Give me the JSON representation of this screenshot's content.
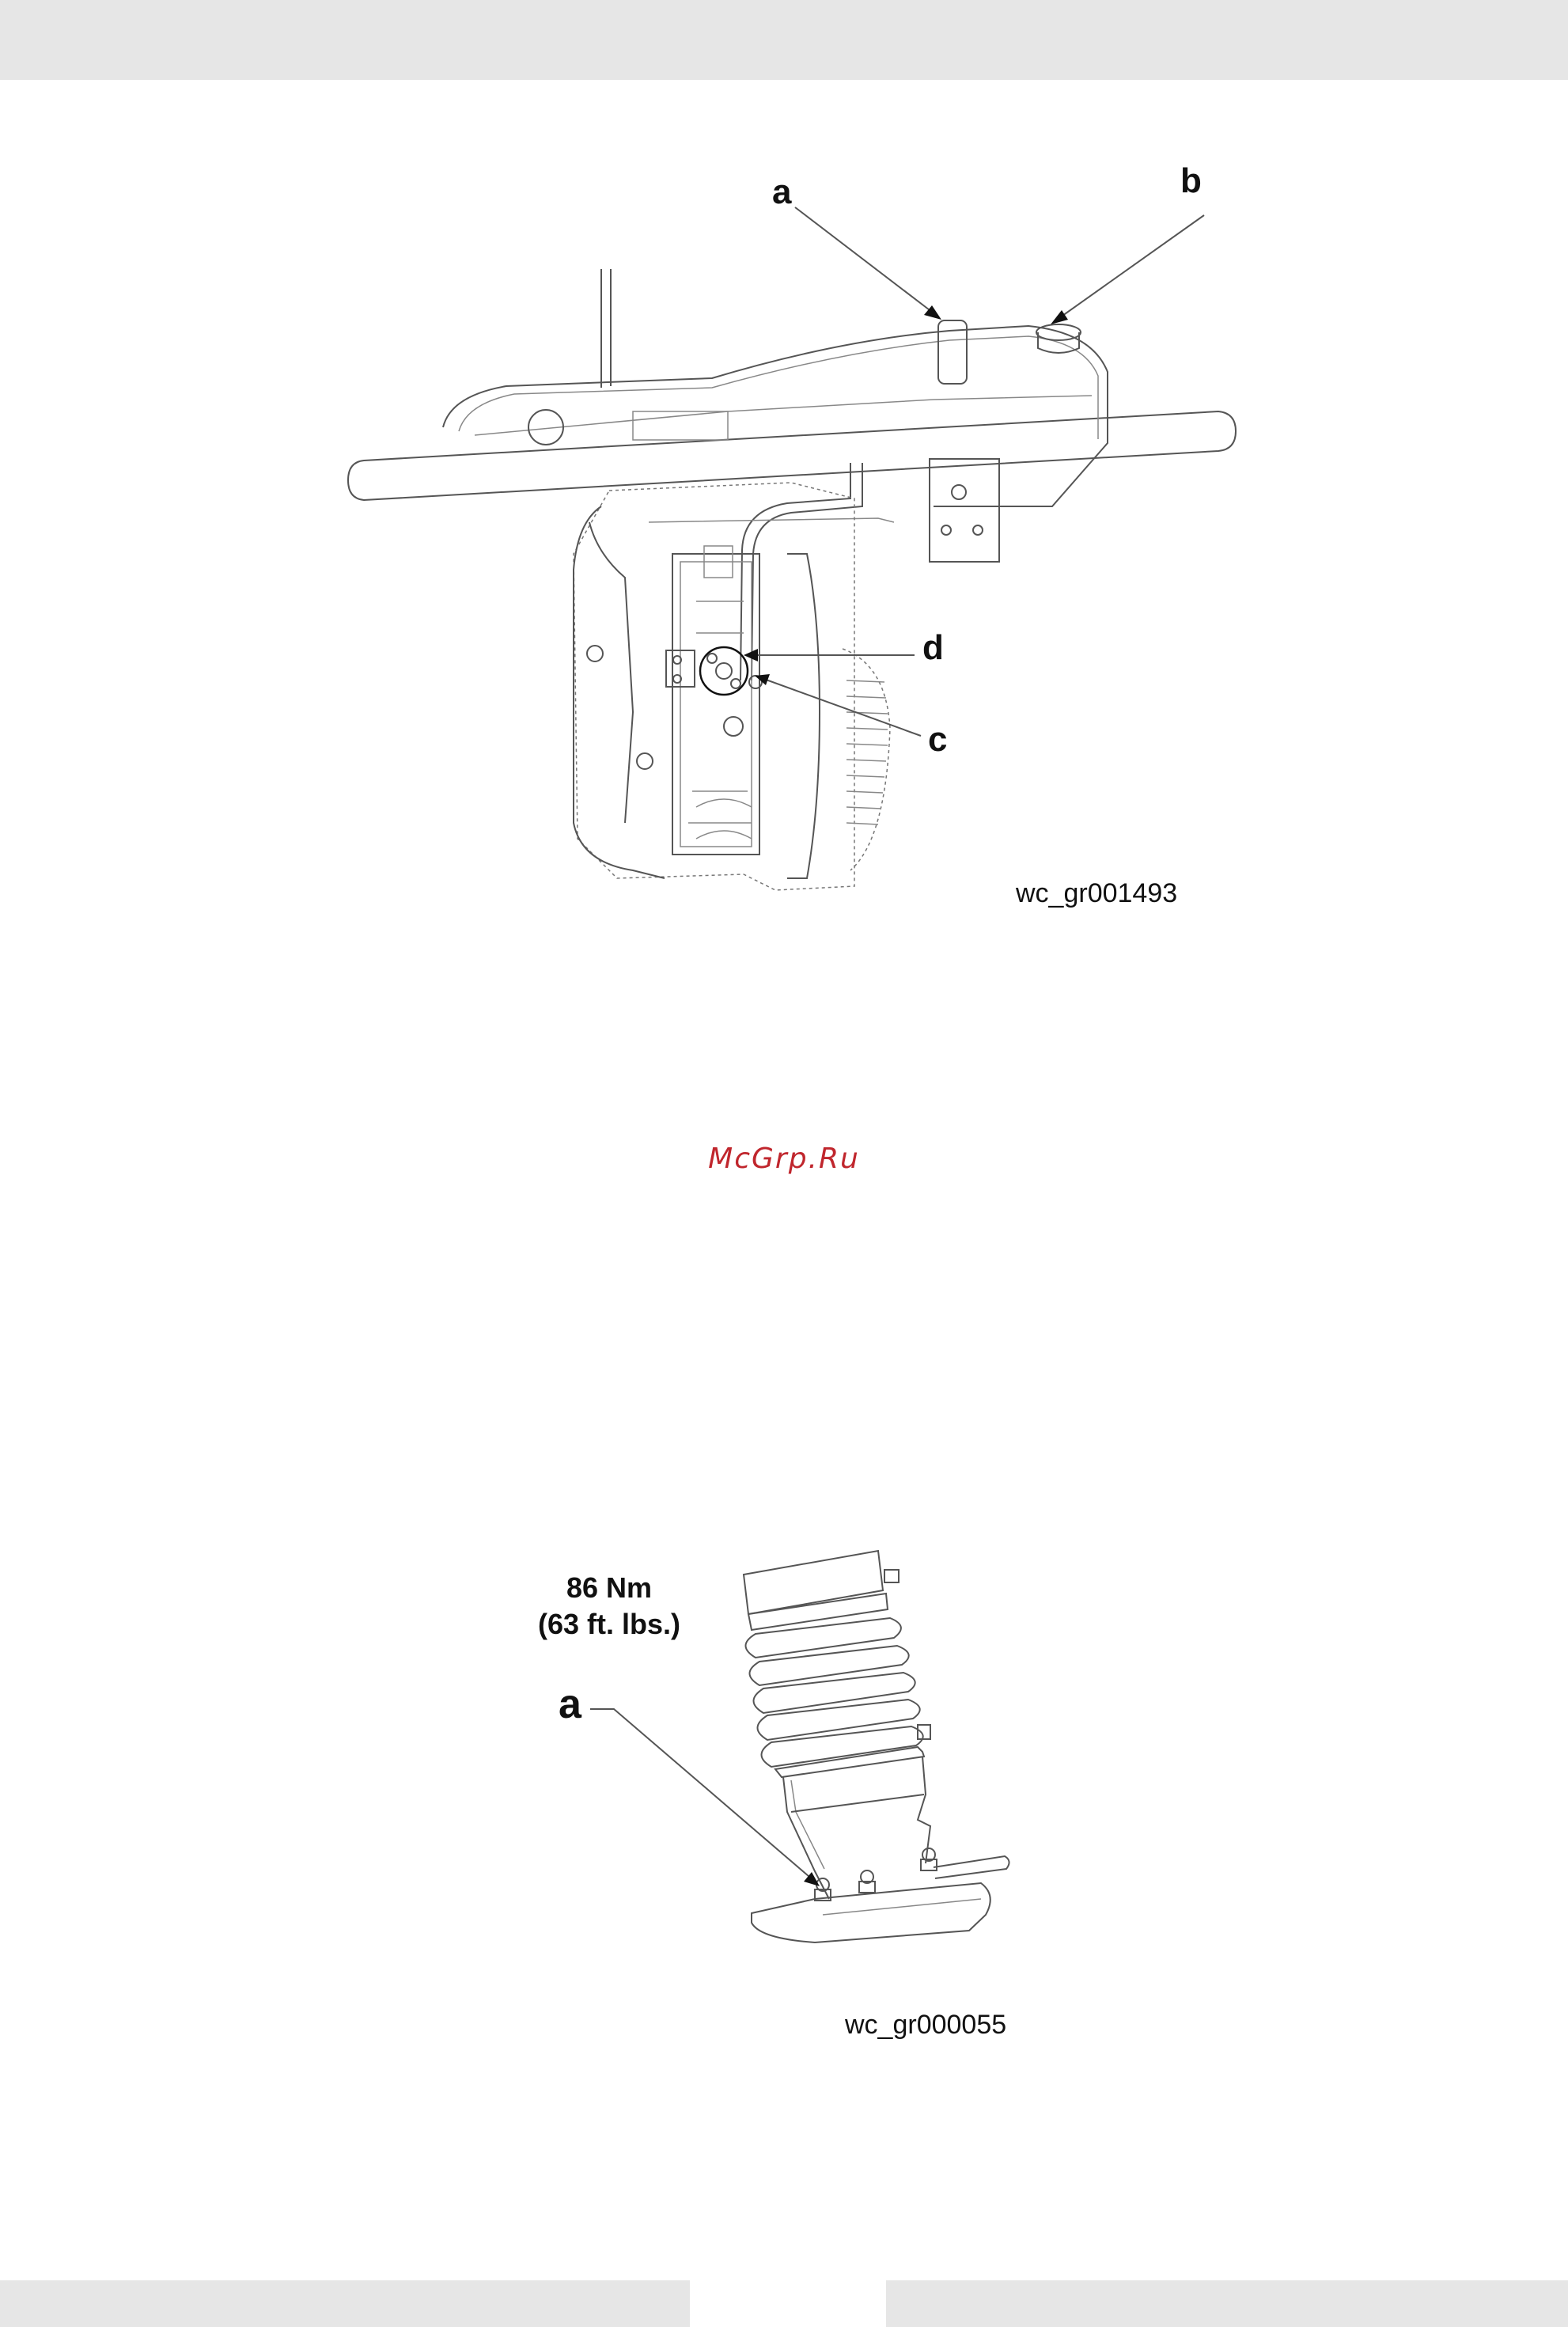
{
  "figure_1": {
    "callouts": {
      "a": "a",
      "b": "b",
      "c": "c",
      "d": "d"
    },
    "figure_id": "wc_gr001493"
  },
  "watermark": {
    "text": "McGrp.Ru",
    "color": "#c0262d"
  },
  "figure_2": {
    "torque_value": "86 Nm",
    "torque_imperial": "(63 ft. lbs.)",
    "callouts": {
      "a": "a"
    },
    "figure_id": "wc_gr000055"
  },
  "colors": {
    "band": "#e6e6e6",
    "line_art": "#555555"
  }
}
